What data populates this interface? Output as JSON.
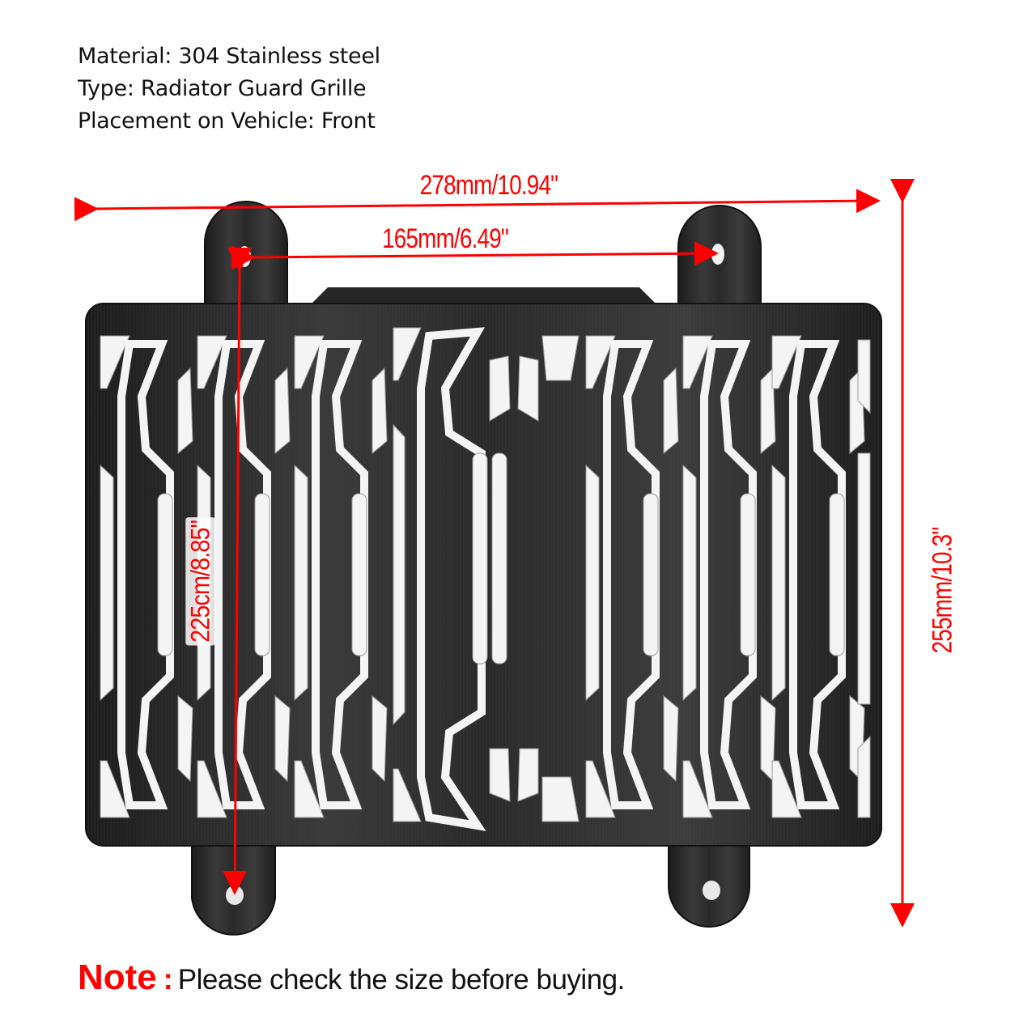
{
  "specs": {
    "material": "Material: 304 Stainless steel",
    "type": "Type: Radiator Guard Grille",
    "placement": "Placement on Vehicle: Front"
  },
  "dimensions": {
    "overall_width": "278mm/10.94\"",
    "mount_hole_spacing": "165mm/6.49\"",
    "overall_height": "255mm/10.3\"",
    "hole_to_hole_height": "225cm/8.85\""
  },
  "product": {
    "name": "radiator-guard-grille",
    "finish_color": "#2a2a2a",
    "edge_color": "#111111"
  },
  "annotation_color": "#ff0000",
  "note": {
    "key": "Note",
    "colon": ":",
    "text": "Please check the size before buying."
  }
}
